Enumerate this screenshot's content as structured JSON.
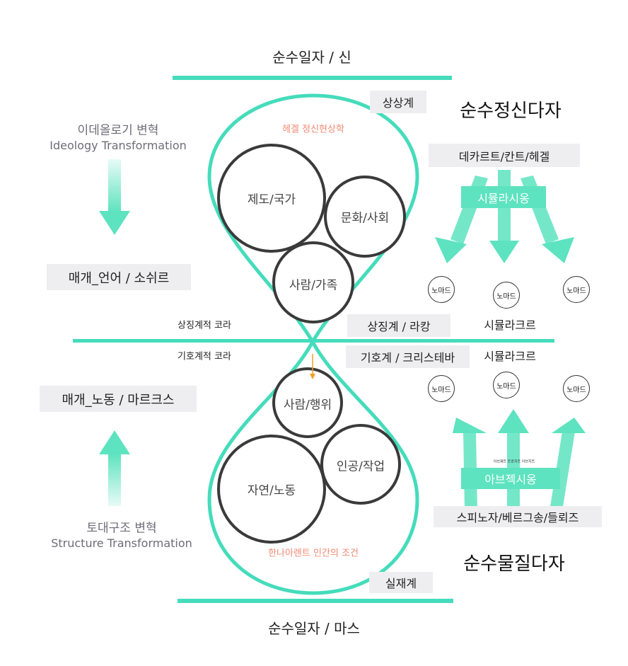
{
  "top": {
    "title": "순수일자 / 신",
    "realm": "상상계"
  },
  "bottom": {
    "title": "순수일자 / 마스",
    "realm": "실재계"
  },
  "upper": {
    "heading": "순수정신다자",
    "hegel": "헤겔 정신현상학",
    "ideology_ko": "이데올로기 변혁",
    "ideology_en": "Ideology Transformation",
    "medium": "매개_언어 / 소쉬르",
    "philosophers": "데카르트/칸트/헤겔",
    "simulation": "시뮬라시옹",
    "circles": {
      "institution": "제도/국가",
      "culture": "문화/사회",
      "family": "사람/가족"
    },
    "nomads": [
      "노마드",
      "노마드",
      "노마드"
    ]
  },
  "middle": {
    "symbolic_chora": "상징계적 코라",
    "semiotic_chora": "기호계적 코라",
    "lacan": "상징계 / 라캉",
    "kristeva": "기호계 / 크리스테바",
    "simulacre_upper": "시뮬라크르",
    "simulacre_lower": "시뮬라크르"
  },
  "lower": {
    "heading": "순수물질다자",
    "arendt": "한나아렌트 인간의 조건",
    "structure_ko": "토대구조 변혁",
    "structure_en": "Structure Transformation",
    "medium": "매개_노동 / 마르크스",
    "philosophers": "스피노자/베르그송/들뢰즈",
    "abjection": "아브젝시옹",
    "abjection_small": "아브제트 트로지트 아브지트",
    "circles": {
      "action": "사람/행위",
      "work": "인공/작업",
      "labor": "자연/노동"
    },
    "nomads": [
      "노마드",
      "노마드",
      "노마드"
    ]
  },
  "colors": {
    "mint": "#45dcbb",
    "mint_light": "#5de3bf",
    "gray_text": "#6e6d79",
    "salmon": "#f08a72",
    "orange": "#f0a020"
  }
}
